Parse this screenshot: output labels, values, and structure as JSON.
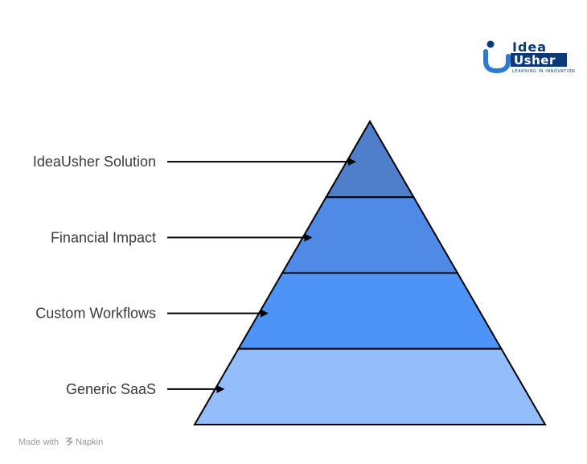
{
  "logo": {
    "letter": "i",
    "word_top": "Idea",
    "word_bottom": "Usher",
    "tagline": "LEARNING IN INNOVATION",
    "colors": {
      "navy": "#0c3a78",
      "blue": "#2f79d6"
    }
  },
  "pyramid": {
    "levels": [
      {
        "label": "IdeaUsher Solution",
        "color": "#4f7fcb"
      },
      {
        "label": "Financial Impact",
        "color": "#4f8ae6"
      },
      {
        "label": "Custom Workflows",
        "color": "#4e93f8"
      },
      {
        "label": "Generic SaaS",
        "color": "#94bdfb"
      }
    ]
  },
  "footer": {
    "made_with": "Made with",
    "brand": "Napkin",
    "brand_icon": "napkin-icon"
  }
}
